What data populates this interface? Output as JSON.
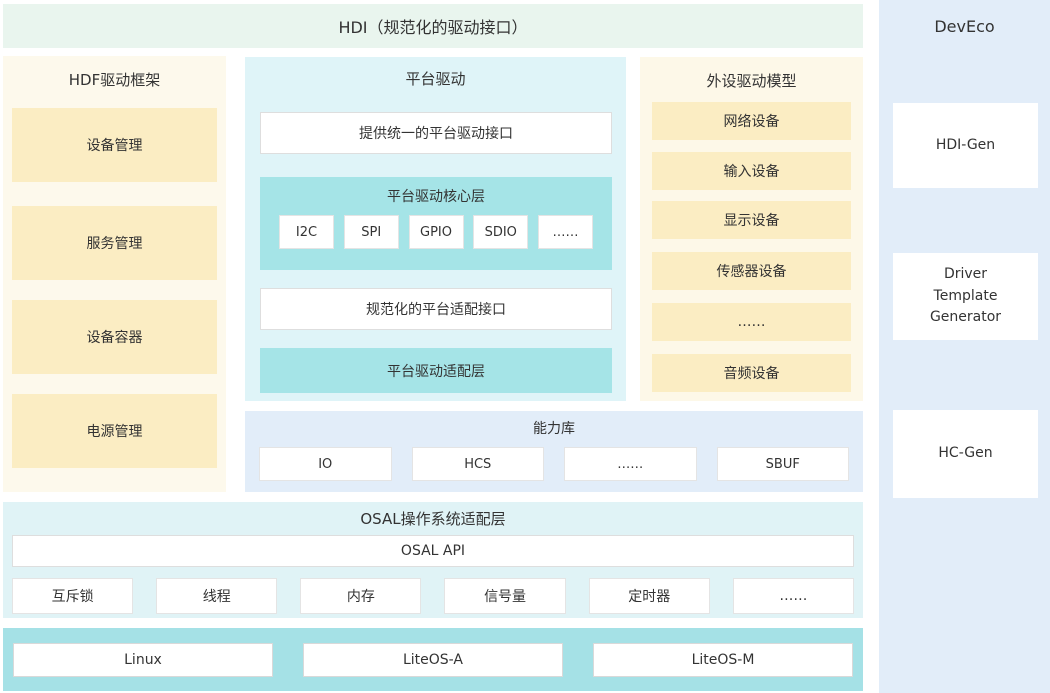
{
  "colors": {
    "hdi_bar_bg": "#e9f5ee",
    "cream_panel_bg": "#fdf9ec",
    "yellow_box_bg": "#fbedc3",
    "cyan_panel_bg": "#dff4f8",
    "teal_box_bg": "#a5e4e7",
    "blue_panel_bg": "#e2edf9",
    "osal_panel_bg": "#e0f3f6",
    "kernel_bar_bg": "#a5e1e6",
    "text": "#333333"
  },
  "hdi_bar": {
    "label": "HDI（规范化的驱动接口）"
  },
  "deveco": {
    "title": "DevEco",
    "tools": [
      {
        "label": "HDI-Gen"
      },
      {
        "label": "Driver Template Generator"
      },
      {
        "label": "HC-Gen"
      }
    ]
  },
  "hdf": {
    "title": "HDF驱动框架",
    "items": [
      {
        "label": "设备管理"
      },
      {
        "label": "服务管理"
      },
      {
        "label": "设备容器"
      },
      {
        "label": "电源管理"
      }
    ]
  },
  "platform": {
    "title": "平台驱动",
    "unified_interface": "提供统一的平台驱动接口",
    "core": {
      "title": "平台驱动核心层",
      "buses": [
        {
          "label": "I2C"
        },
        {
          "label": "SPI"
        },
        {
          "label": "GPIO"
        },
        {
          "label": "SDIO"
        },
        {
          "label": "……"
        }
      ]
    },
    "adapt_interface": "规范化的平台适配接口",
    "adapt_layer": "平台驱动适配层"
  },
  "peripheral": {
    "title": "外设驱动模型",
    "items": [
      {
        "label": "网络设备"
      },
      {
        "label": "输入设备"
      },
      {
        "label": "显示设备"
      },
      {
        "label": "传感器设备"
      },
      {
        "label": "……"
      },
      {
        "label": "音频设备"
      }
    ]
  },
  "capability": {
    "title": "能力库",
    "items": [
      {
        "label": "IO"
      },
      {
        "label": "HCS"
      },
      {
        "label": "……"
      },
      {
        "label": "SBUF"
      }
    ]
  },
  "osal": {
    "title": "OSAL操作系统适配层",
    "api": "OSAL API",
    "items": [
      {
        "label": "互斥锁"
      },
      {
        "label": "线程"
      },
      {
        "label": "内存"
      },
      {
        "label": "信号量"
      },
      {
        "label": "定时器"
      },
      {
        "label": "……"
      }
    ]
  },
  "kernels": {
    "items": [
      {
        "label": "Linux"
      },
      {
        "label": "LiteOS-A"
      },
      {
        "label": "LiteOS-M"
      }
    ]
  }
}
